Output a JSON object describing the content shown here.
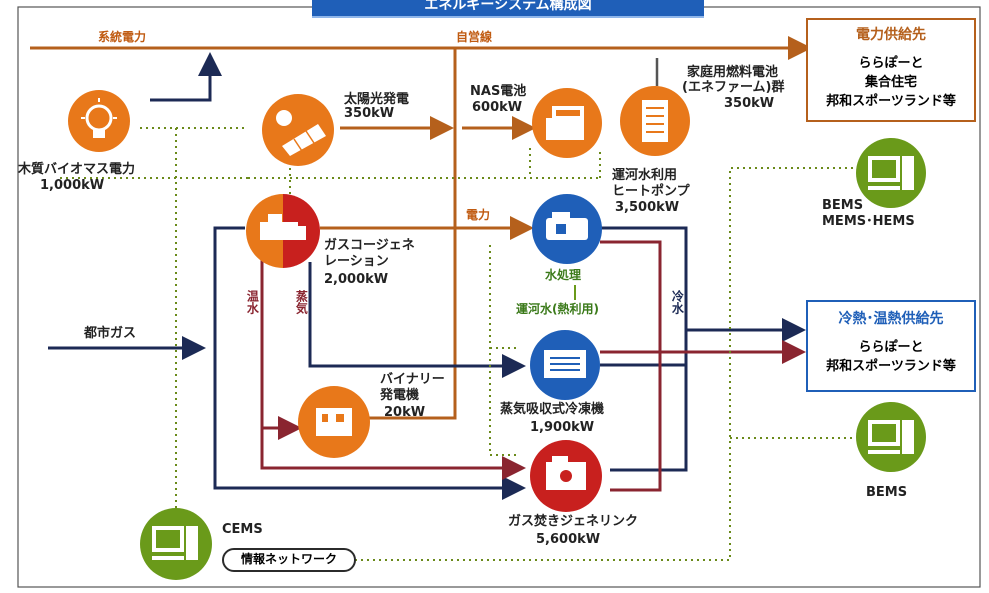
{
  "title": "エネルギーシステム構成図",
  "lines": {
    "grid_power": "系統電力",
    "private_line": "自営線",
    "power": "電力",
    "hot_water": "温水",
    "steam": "蒸気",
    "city_gas": "都市ガス",
    "cold_water": "冷水",
    "water_treatment": "水処理",
    "canal_water": "運河水(熱利用)"
  },
  "nodes": {
    "biomass": {
      "name": "木質バイオマス電力",
      "value": "1,000kW"
    },
    "solar": {
      "name": "太陽光発電",
      "value": "350kW"
    },
    "nas": {
      "name": "NAS電池",
      "value": "600kW"
    },
    "enefarm": {
      "name": "家庭用燃料電池",
      "sub": "(エネファーム)群",
      "value": "350kW"
    },
    "heatpump": {
      "name": "運河水利用",
      "sub": "ヒートポンプ",
      "value": "3,500kW"
    },
    "cogen": {
      "name": "ガスコージェネ",
      "sub": "レーション",
      "value": "2,000kW"
    },
    "binary": {
      "name": "バイナリー",
      "sub": "発電機",
      "value": "20kW"
    },
    "steam_chiller": {
      "name": "蒸気吸収式冷凍機",
      "value": "1,900kW"
    },
    "gas_genelink": {
      "name": "ガス焚きジェネリンク",
      "value": "5,600kW"
    },
    "bems1": {
      "name": "BEMS",
      "sub": "MEMS･HEMS"
    },
    "bems2": {
      "name": "BEMS"
    },
    "cems": {
      "name": "CEMS"
    },
    "network": {
      "name": "情報ネットワーク"
    }
  },
  "supply_power": {
    "title": "電力供給先",
    "line1": "ららぽーと",
    "line2": "集合住宅",
    "line3": "邦和スポーツランド等"
  },
  "supply_heat": {
    "title": "冷熱･温熱供給先",
    "line1": "ららぽーと",
    "line2": "邦和スポーツランド等"
  },
  "colors": {
    "orange": "#e8781a",
    "brown": "#b5601c",
    "navy": "#1c2a55",
    "maroon": "#8a2530",
    "green": "#6a9a1a",
    "blue": "#1f5fb8",
    "red": "#c8201e"
  },
  "icons": [
    "lightbulb-icon",
    "solar-panel-icon",
    "battery-icon",
    "fuel-cell-icon",
    "heat-pump-icon",
    "cogeneration-icon",
    "generator-icon",
    "chiller-icon",
    "genelink-icon",
    "computer-icon"
  ]
}
